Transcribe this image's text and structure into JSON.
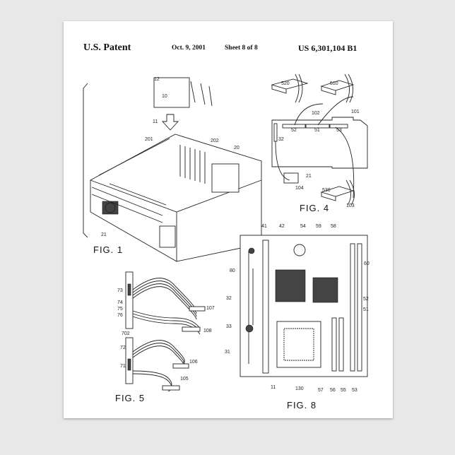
{
  "header": {
    "title": "U.S. Patent",
    "date": "Oct. 9, 2001",
    "sheet": "Sheet 8 of 8",
    "patent_number": "US 6,301,104 B1"
  },
  "figures": {
    "fig1": {
      "caption": "FIG. 1",
      "refs": [
        "12",
        "10",
        "11",
        "201",
        "202",
        "20",
        "21"
      ]
    },
    "fig4": {
      "caption": "FIG. 4",
      "refs": [
        "520",
        "510",
        "102",
        "101",
        "52",
        "51",
        "53",
        "32",
        "21",
        "104",
        "530",
        "103"
      ]
    },
    "fig5": {
      "caption": "FIG. 5",
      "refs": [
        "73",
        "74",
        "75",
        "76",
        "702",
        "72",
        "71",
        "107",
        "108",
        "106",
        "105"
      ]
    },
    "fig8": {
      "caption": "FIG. 8",
      "refs": [
        "41",
        "42",
        "54",
        "59",
        "58",
        "60",
        "80",
        "32",
        "52",
        "51",
        "33",
        "31",
        "11",
        "130",
        "57",
        "56",
        "55",
        "53"
      ]
    }
  }
}
